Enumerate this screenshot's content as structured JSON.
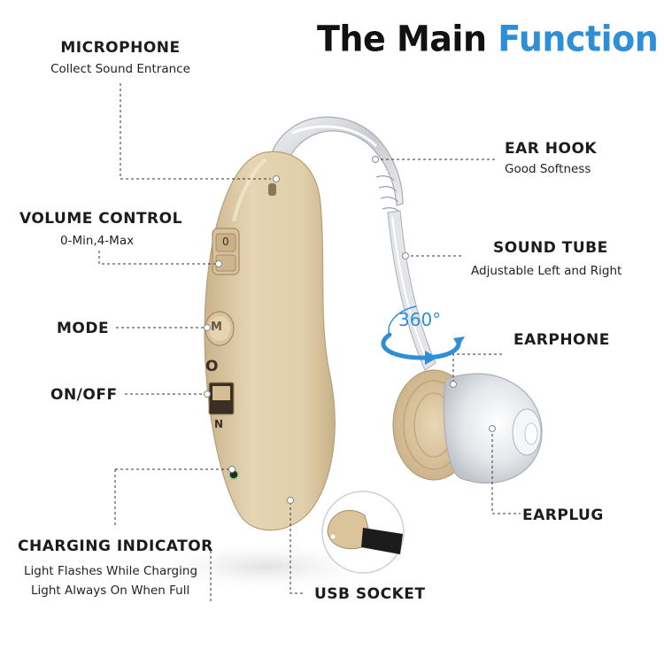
{
  "title": {
    "part1": "The Main",
    "part2": "Function"
  },
  "colors": {
    "accent": "#2f8fd6",
    "device": "#e1cda8",
    "label": "#1c1c1c"
  },
  "labels": {
    "microphone": {
      "name": "MICROPHONE",
      "desc": "Collect Sound Entrance"
    },
    "volume": {
      "name": "VOLUME CONTROL",
      "desc": "0-Min,4-Max"
    },
    "mode": {
      "name": "MODE"
    },
    "onoff": {
      "name": "ON/OFF"
    },
    "charging": {
      "name": "CHARGING INDICATOR",
      "desc1": "Light Flashes While Charging",
      "desc2": "Light Always On When Full"
    },
    "earhook": {
      "name": "EAR HOOK",
      "desc": "Good Softness"
    },
    "soundtube": {
      "name": "SOUND TUBE",
      "desc": "Adjustable Left and Right"
    },
    "earphone": {
      "name": "EARPHONE"
    },
    "earplug": {
      "name": "EARPLUG"
    },
    "usb": {
      "name": "USB SOCKET"
    }
  },
  "device_marks": {
    "rotation": "360°",
    "mode_letter": "M",
    "switch_top": "O",
    "switch_bottom": "N",
    "volume_digit": "0"
  }
}
